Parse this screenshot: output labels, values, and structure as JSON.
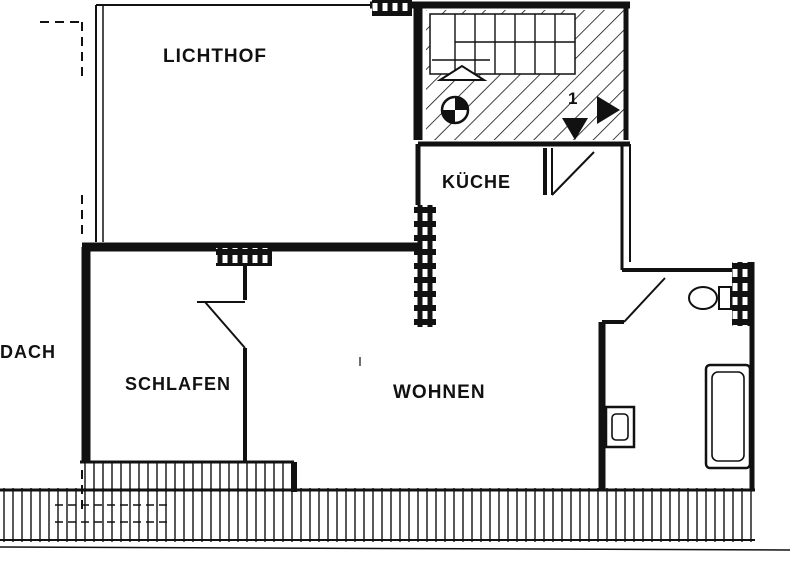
{
  "rooms": {
    "lichthof": "LICHTHOF",
    "kueche": "KÜCHE",
    "dach": "DACH",
    "schlafen": "SCHLAFEN",
    "wohnen": "WOHNEN"
  },
  "stair": {
    "arrow_label": "1"
  },
  "icons": [
    "stair-arrow-icon",
    "direction-arrow-icon",
    "toilet-icon",
    "sink-icon",
    "bathtub-icon",
    "column-symbol-icon"
  ]
}
